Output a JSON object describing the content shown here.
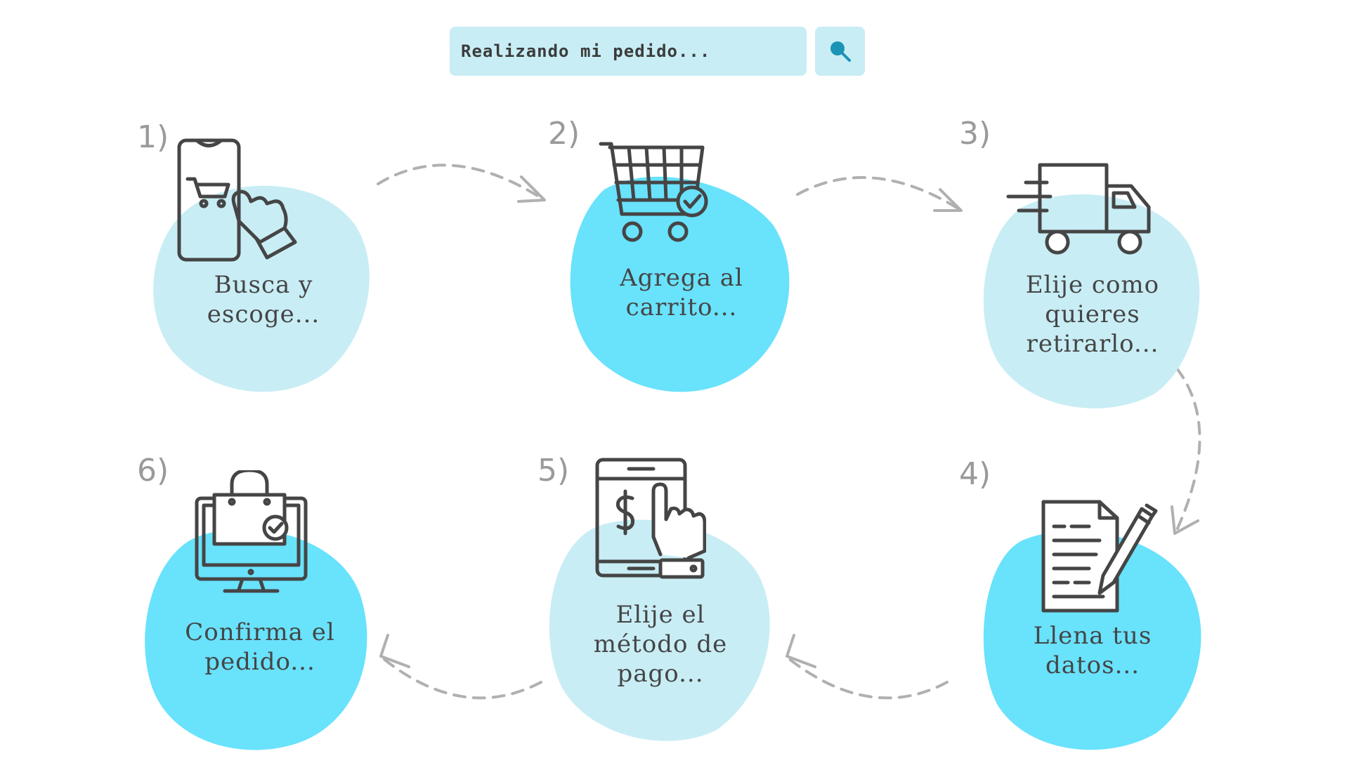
{
  "search": {
    "text": "Realizando mi pedido..."
  },
  "colors": {
    "light_blob": "#c8edf5",
    "dark_blob": "#69e2fc",
    "search_bg": "#c8edf5",
    "arrow": "#b0b0b0",
    "number": "#9a9a9a",
    "icon_stroke": "#454545",
    "search_icon": "#1a93b7"
  },
  "steps": [
    {
      "number": "1)",
      "label": "Busca y\nescoge...",
      "icon": "phone-cart-tap-icon"
    },
    {
      "number": "2)",
      "label": "Agrega al\ncarrito...",
      "icon": "shopping-cart-check-icon"
    },
    {
      "number": "3)",
      "label": "Elije como\nquieres\nretirarlo...",
      "icon": "delivery-truck-icon"
    },
    {
      "number": "4)",
      "label": "Llena tus\ndatos...",
      "icon": "document-pen-icon"
    },
    {
      "number": "5)",
      "label": "Elije el\nmétodo de\npago...",
      "icon": "tablet-payment-icon"
    },
    {
      "number": "6)",
      "label": "Confirma el\npedido...",
      "icon": "monitor-shopping-bag-icon"
    }
  ]
}
